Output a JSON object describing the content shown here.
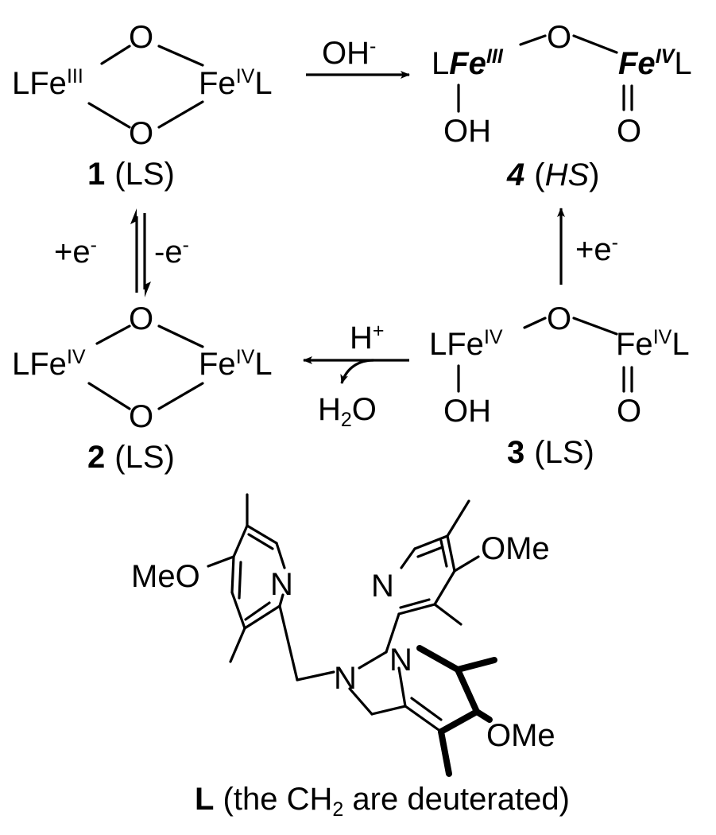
{
  "atoms": {
    "O": "O",
    "L": "L",
    "LFe": "LFe",
    "Fe": "Fe",
    "OH": "OH",
    "H": "H",
    "H2O_H": "H",
    "H2O_sub": "2",
    "H2O_O": "O",
    "N": "N",
    "MeO": "MeO",
    "OMe": "OMe"
  },
  "ox": {
    "III": "III",
    "IV": "IV"
  },
  "compounds": {
    "c1": {
      "number": "1",
      "spin": "(LS)"
    },
    "c2": {
      "number": "2",
      "spin": "(LS)"
    },
    "c3": {
      "number": "3",
      "spin": "(LS)"
    },
    "c4": {
      "number": "4",
      "spin_open": "(",
      "spin": "HS",
      "spin_close": ")"
    }
  },
  "reagents": {
    "hydroxide": "OH",
    "hydroxide_charge": "-",
    "proton": "H",
    "proton_charge": "+",
    "plus_e": "+e",
    "minus_e": "-e",
    "electron_charge": "-"
  },
  "ligand_caption": {
    "label": "L",
    "text_before": " (the CH",
    "sub": "2",
    "text_after": " are deuterated)"
  }
}
